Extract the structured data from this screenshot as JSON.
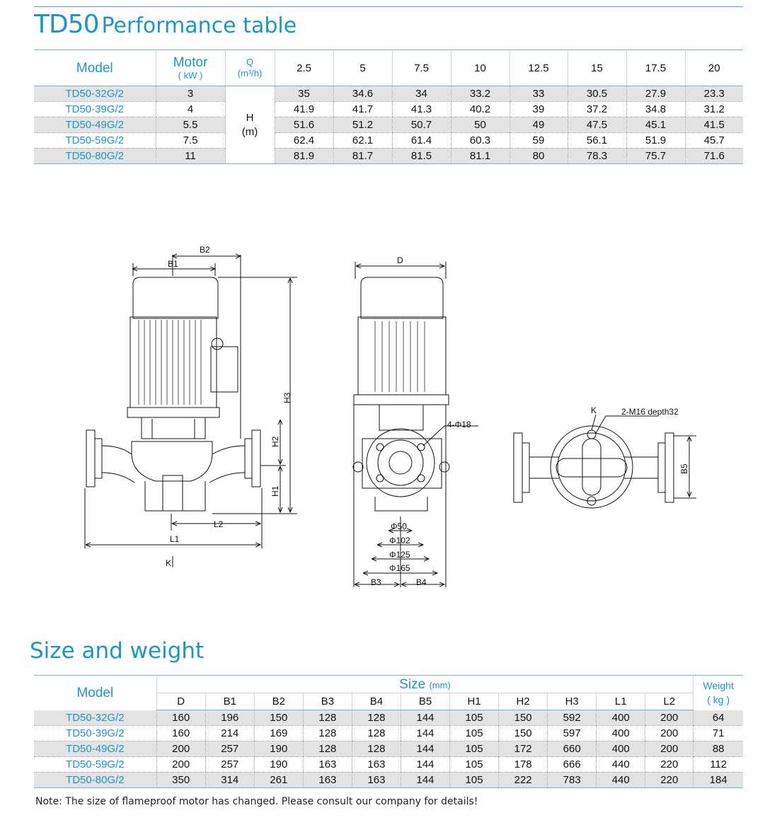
{
  "performance": {
    "title_model": "TD50",
    "title_text": "Performance table",
    "header": {
      "model": "Model",
      "motor": "Motor",
      "motor_unit": "( kW )",
      "q": "Q",
      "q_unit": "(m³/h)",
      "flows": [
        "2.5",
        "5",
        "7.5",
        "10",
        "12.5",
        "15",
        "17.5",
        "20"
      ]
    },
    "h_label": "H",
    "h_unit": "(m)",
    "rows": [
      {
        "model": "TD50-32G/2",
        "motor": "3",
        "heads": [
          "35",
          "34.6",
          "34",
          "33.2",
          "33",
          "30.5",
          "27.9",
          "23.3"
        ]
      },
      {
        "model": "TD50-39G/2",
        "motor": "4",
        "heads": [
          "41.9",
          "41.7",
          "41.3",
          "40.2",
          "39",
          "37.2",
          "34.8",
          "31.2"
        ]
      },
      {
        "model": "TD50-49G/2",
        "motor": "5.5",
        "heads": [
          "51.6",
          "51.2",
          "50.7",
          "50",
          "49",
          "47.5",
          "45.1",
          "41.5"
        ]
      },
      {
        "model": "TD50-59G/2",
        "motor": "7.5",
        "heads": [
          "62.4",
          "62.1",
          "61.4",
          "60.3",
          "59",
          "56.1",
          "51.9",
          "45.7"
        ]
      },
      {
        "model": "TD50-80G/2",
        "motor": "11",
        "heads": [
          "81.9",
          "81.7",
          "81.5",
          "81.1",
          "80",
          "78.3",
          "75.7",
          "71.6"
        ]
      }
    ]
  },
  "drawing": {
    "labels": {
      "b2": "B2",
      "b1": "B1",
      "h3": "H3",
      "h2": "H2",
      "h1": "H1",
      "l2": "L2",
      "l1": "L1",
      "k": "K",
      "d": "D",
      "holes": "4-Φ18",
      "d50": "Φ50",
      "d102": "Φ102",
      "d125": "Φ125",
      "d165": "Φ165",
      "b3": "B3",
      "b4": "B4",
      "k2": "K",
      "m16": "2-M16 depth32",
      "b5": "B5"
    }
  },
  "size": {
    "title": "Size and weight",
    "header": {
      "model": "Model",
      "size": "Size",
      "size_unit": "(mm)",
      "weight": "Weight",
      "weight_unit": "( kg )",
      "cols": [
        "D",
        "B1",
        "B2",
        "B3",
        "B4",
        "B5",
        "H1",
        "H2",
        "H3",
        "L1",
        "L2"
      ]
    },
    "rows": [
      {
        "model": "TD50-32G/2",
        "vals": [
          "160",
          "196",
          "150",
          "128",
          "128",
          "144",
          "105",
          "150",
          "592",
          "400",
          "200"
        ],
        "weight": "64"
      },
      {
        "model": "TD50-39G/2",
        "vals": [
          "160",
          "214",
          "169",
          "128",
          "128",
          "144",
          "105",
          "150",
          "597",
          "400",
          "200"
        ],
        "weight": "71"
      },
      {
        "model": "TD50-49G/2",
        "vals": [
          "200",
          "257",
          "190",
          "128",
          "128",
          "144",
          "105",
          "172",
          "660",
          "400",
          "200"
        ],
        "weight": "88"
      },
      {
        "model": "TD50-59G/2",
        "vals": [
          "200",
          "257",
          "190",
          "163",
          "163",
          "144",
          "105",
          "178",
          "666",
          "440",
          "220"
        ],
        "weight": "112"
      },
      {
        "model": "TD50-80G/2",
        "vals": [
          "350",
          "314",
          "261",
          "163",
          "163",
          "144",
          "105",
          "222",
          "783",
          "440",
          "220"
        ],
        "weight": "184"
      }
    ],
    "note": "Note: The size of flameproof motor has changed. Please consult our company for details!"
  }
}
